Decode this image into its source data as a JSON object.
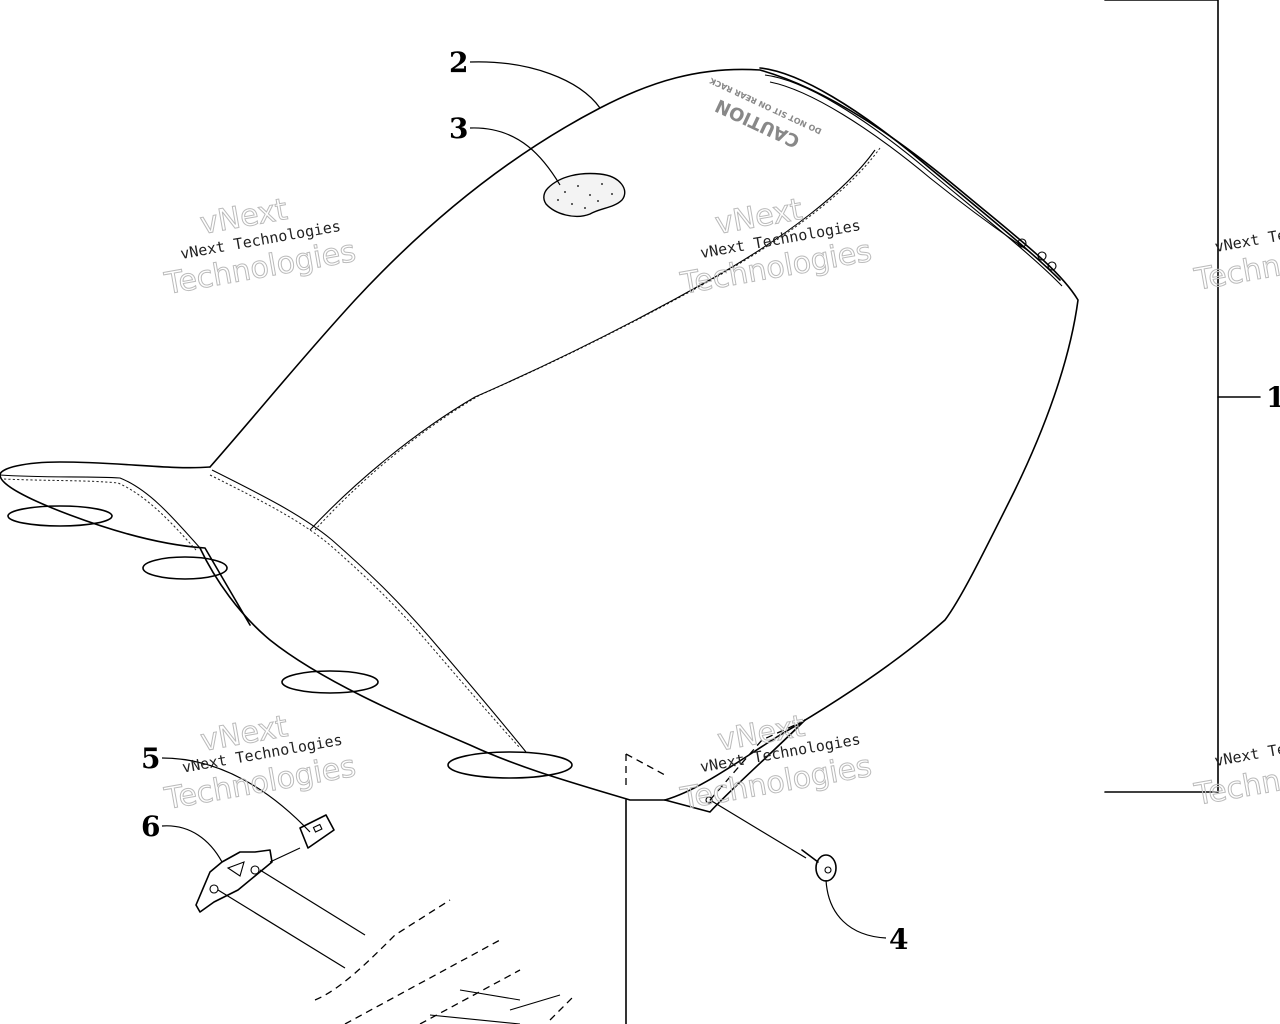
{
  "diagram": {
    "callouts": {
      "part_1": "1",
      "part_2": "2",
      "part_3": "3",
      "part_4": "4",
      "part_5": "5",
      "part_6": "6"
    },
    "seat_label": {
      "line_1": "CAUTION",
      "line_2": "DO NOT SIT ON REAR RACK"
    }
  },
  "watermark": {
    "brand_short": "vNext",
    "brand_full": "vNext Technologies",
    "brand_word": "Technologies",
    "brand_cut_1": "vNext Te",
    "brand_cut_2": "Techn"
  },
  "colors": {
    "line": "#000000",
    "watermark_outline": "#bbbbbb",
    "background": "#ffffff"
  }
}
